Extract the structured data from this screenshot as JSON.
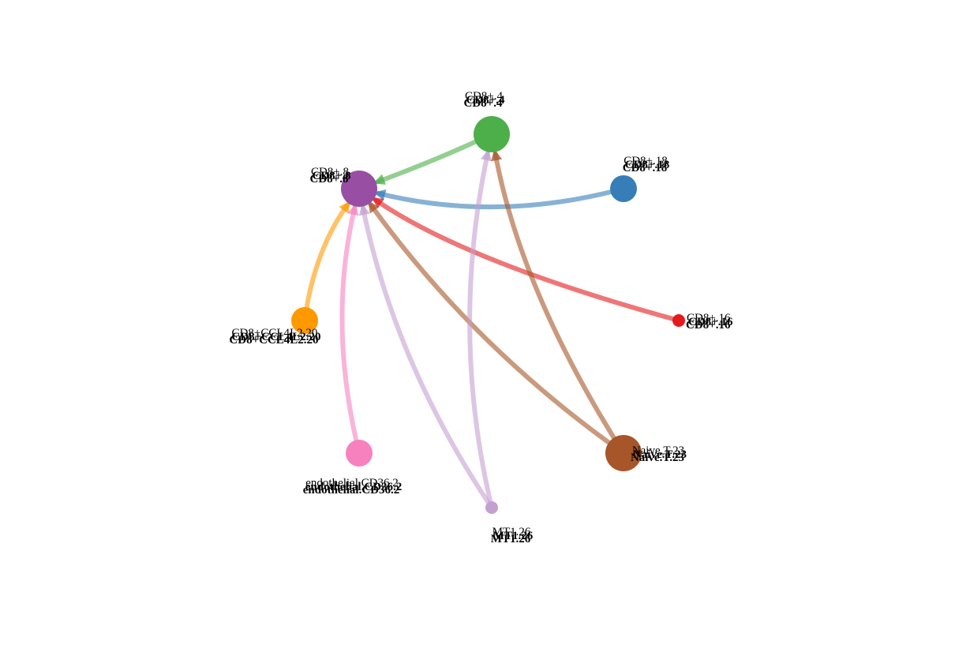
{
  "nodes": [
    {
      "id": "cd8_8",
      "label": "CD8+.8",
      "color": "#984ea3",
      "size": "large"
    },
    {
      "id": "cd8_4",
      "label": "CD8+.4",
      "color": "#4daf4a",
      "size": "large"
    },
    {
      "id": "cd8_18",
      "label": "CD8+.18",
      "color": "#377eb8",
      "size": "medium"
    },
    {
      "id": "cd8_16",
      "label": "CD8+.16",
      "color": "#e41a1c",
      "size": "small"
    },
    {
      "id": "cd8_ccl4l2_20",
      "label": "CD8+CCL4L2.20",
      "color": "#ff9900",
      "size": "medium"
    },
    {
      "id": "endothelial_cd36_2",
      "label": "endothelial.CD36.2",
      "color": "#f781bf",
      "size": "medium"
    },
    {
      "id": "mt1_26",
      "label": "MT1.26",
      "color": "#c4a0d0",
      "size": "small"
    },
    {
      "id": "naive_t_23",
      "label": "Naive.T.23",
      "color": "#a65628",
      "size": "large"
    }
  ],
  "edges": [
    {
      "source": "cd8_4",
      "target": "cd8_8",
      "color": "#4daf4a"
    },
    {
      "source": "cd8_18",
      "target": "cd8_8",
      "color": "#377eb8"
    },
    {
      "source": "cd8_16",
      "target": "cd8_8",
      "color": "#e41a1c"
    },
    {
      "source": "cd8_ccl4l2_20",
      "target": "cd8_8",
      "color": "#ff9900"
    },
    {
      "source": "endothelial_cd36_2",
      "target": "cd8_8",
      "color": "#f781bf"
    },
    {
      "source": "mt1_26",
      "target": "cd8_8",
      "color": "#c4a0d0"
    },
    {
      "source": "naive_t_23",
      "target": "cd8_8",
      "color": "#a65628"
    },
    {
      "source": "mt1_26",
      "target": "cd8_4",
      "color": "#c4a0d0"
    },
    {
      "source": "naive_t_23",
      "target": "cd8_4",
      "color": "#a65628"
    }
  ]
}
